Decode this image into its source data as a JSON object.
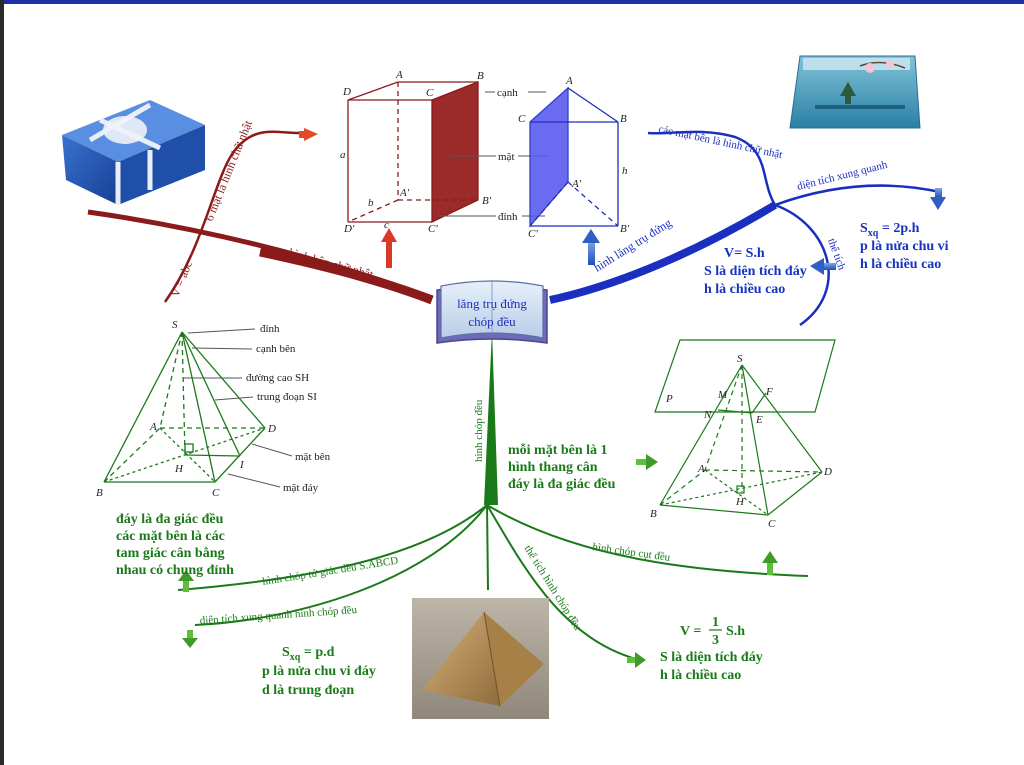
{
  "center": {
    "line1": "lăng trụ đứng",
    "line2": "chóp đều"
  },
  "branches": {
    "box": {
      "label": "hình hộp chữ nhật",
      "faces": "6 mặt là hình chữ nhật",
      "volume": "V = abc",
      "vertices": {
        "A": "A",
        "B": "B",
        "C": "C",
        "D": "D",
        "A1": "A'",
        "B1": "B'",
        "C1": "C'",
        "D1": "D'"
      },
      "dims": {
        "a": "a",
        "b": "b",
        "c": "c"
      }
    },
    "prism": {
      "label": "hình lăng trụ đứng",
      "side_faces": "các mặt bên là hình chữ nhật",
      "lateral": "diện tích xung quanh",
      "volume_branch": "thể tích",
      "edge": "cạnh",
      "face": "mặt",
      "vertex": "đỉnh",
      "vertices": {
        "A": "A",
        "B": "B",
        "C": "C",
        "A1": "A'",
        "B1": "B'",
        "C1": "C'",
        "h": "h"
      },
      "sxq": {
        "lhs_main": "S",
        "lhs_sub": "xq",
        "rhs": " = 2p.h",
        "line2": "p là nửa chu vi",
        "line3": "h là chiều cao"
      },
      "vol": {
        "line1": "V= S.h",
        "line2": "S là diện tích đáy",
        "line3": "h là chiều cao"
      }
    },
    "pyramid": {
      "label": "hình chóp đều",
      "trunc_desc": {
        "line1": "mỗi mặt bên là 1",
        "line2": "hình thang cân",
        "line3": "đáy là đa giác đều"
      },
      "square": "hình chóp tứ giác đều S.ABCD",
      "lateral": "diện tích xung quanh hình chóp đều",
      "volume": "thể tích hình chóp đều",
      "truncated": "hình chóp cụt đều",
      "parts": {
        "vertex": "đỉnh",
        "edge": "cạnh bên",
        "height": "đường cao SH",
        "apothem": "trung đoạn SI",
        "side": "mặt bên",
        "base": "mặt đáy"
      },
      "pts": {
        "S": "S",
        "A": "A",
        "B": "B",
        "C": "C",
        "D": "D",
        "H": "H",
        "I": "I"
      },
      "trunc_pts": {
        "S": "S",
        "M": "M",
        "F": "F",
        "P": "P",
        "N": "N",
        "E": "E",
        "A": "A",
        "B": "B",
        "C": "C",
        "D": "D",
        "H": "H"
      },
      "desc": {
        "line1": "đáy là đa giác đều",
        "line2": "các mặt bên là các",
        "line3": "tam giác cân bằng",
        "line4": "nhau có chung đỉnh"
      },
      "sxq": {
        "lhs_main": "S",
        "lhs_sub": "xq",
        "rhs": " = p.d",
        "line2": "p là nửa chu vi đáy",
        "line3": "d là trung đoạn"
      },
      "vol": {
        "lhs": "V =",
        "num": "1",
        "den": "3",
        "rhs": "S.h",
        "line2": "S là diện tích đáy",
        "line3": "h là chiều cao"
      }
    }
  },
  "colors": {
    "red": "#8b1a1a",
    "blue": "#1a2fbf",
    "green": "#1a7a1a",
    "frame": "#1f2fa8"
  }
}
